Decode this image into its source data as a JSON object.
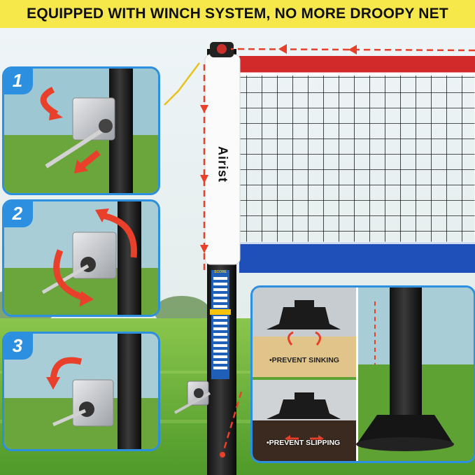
{
  "banner": {
    "text": "EQUIPPED WITH WINCH SYSTEM, NO MORE DROOPY NET"
  },
  "steps": [
    {
      "number": "1"
    },
    {
      "number": "2"
    },
    {
      "number": "3"
    }
  ],
  "brand": {
    "name": "Airist"
  },
  "score_strip": {
    "label": "SCORE"
  },
  "features": {
    "prevent_sinking": "•PREVENT SINKING",
    "prevent_slipping": "•PREVENT SLIPPING"
  },
  "colors": {
    "banner_bg": "#f6e84a",
    "panel_border": "#2d8fe0",
    "net_top_tape": "#d22a2a",
    "net_bottom_tape": "#1f4fb8",
    "arrow": "#e8402a"
  }
}
